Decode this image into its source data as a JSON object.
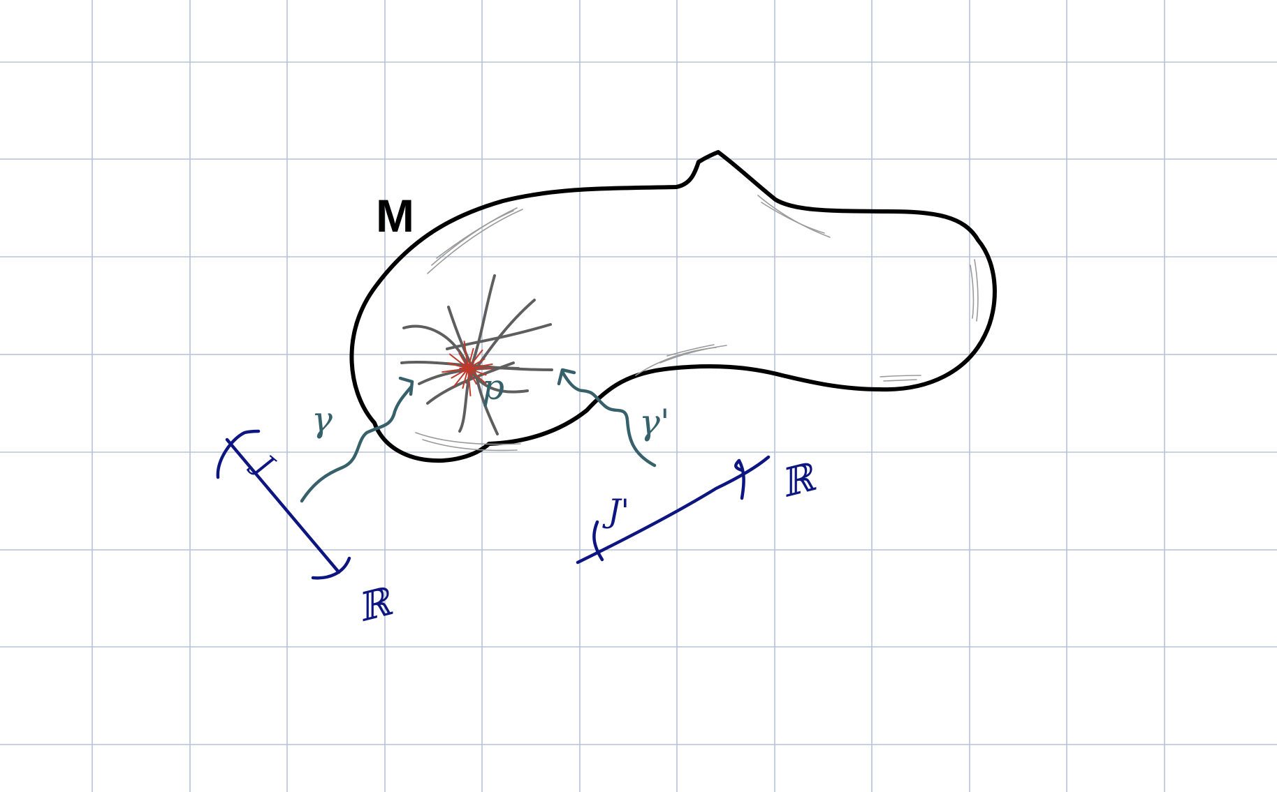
{
  "colors": {
    "grid": "#b4c2d8",
    "outline": "#000000",
    "shading": "#9a9a9a",
    "curves": "#5e5e5e",
    "point": "#c0392b",
    "gamma": "#36606a",
    "axis": "#0d1580"
  },
  "labels": {
    "manifold": "M",
    "point": "p",
    "gamma": "γ",
    "gamma_prime": "γ'",
    "interval": "J",
    "interval_prime": "J'",
    "reals_left": "ℝ",
    "reals_right": "ℝ"
  }
}
